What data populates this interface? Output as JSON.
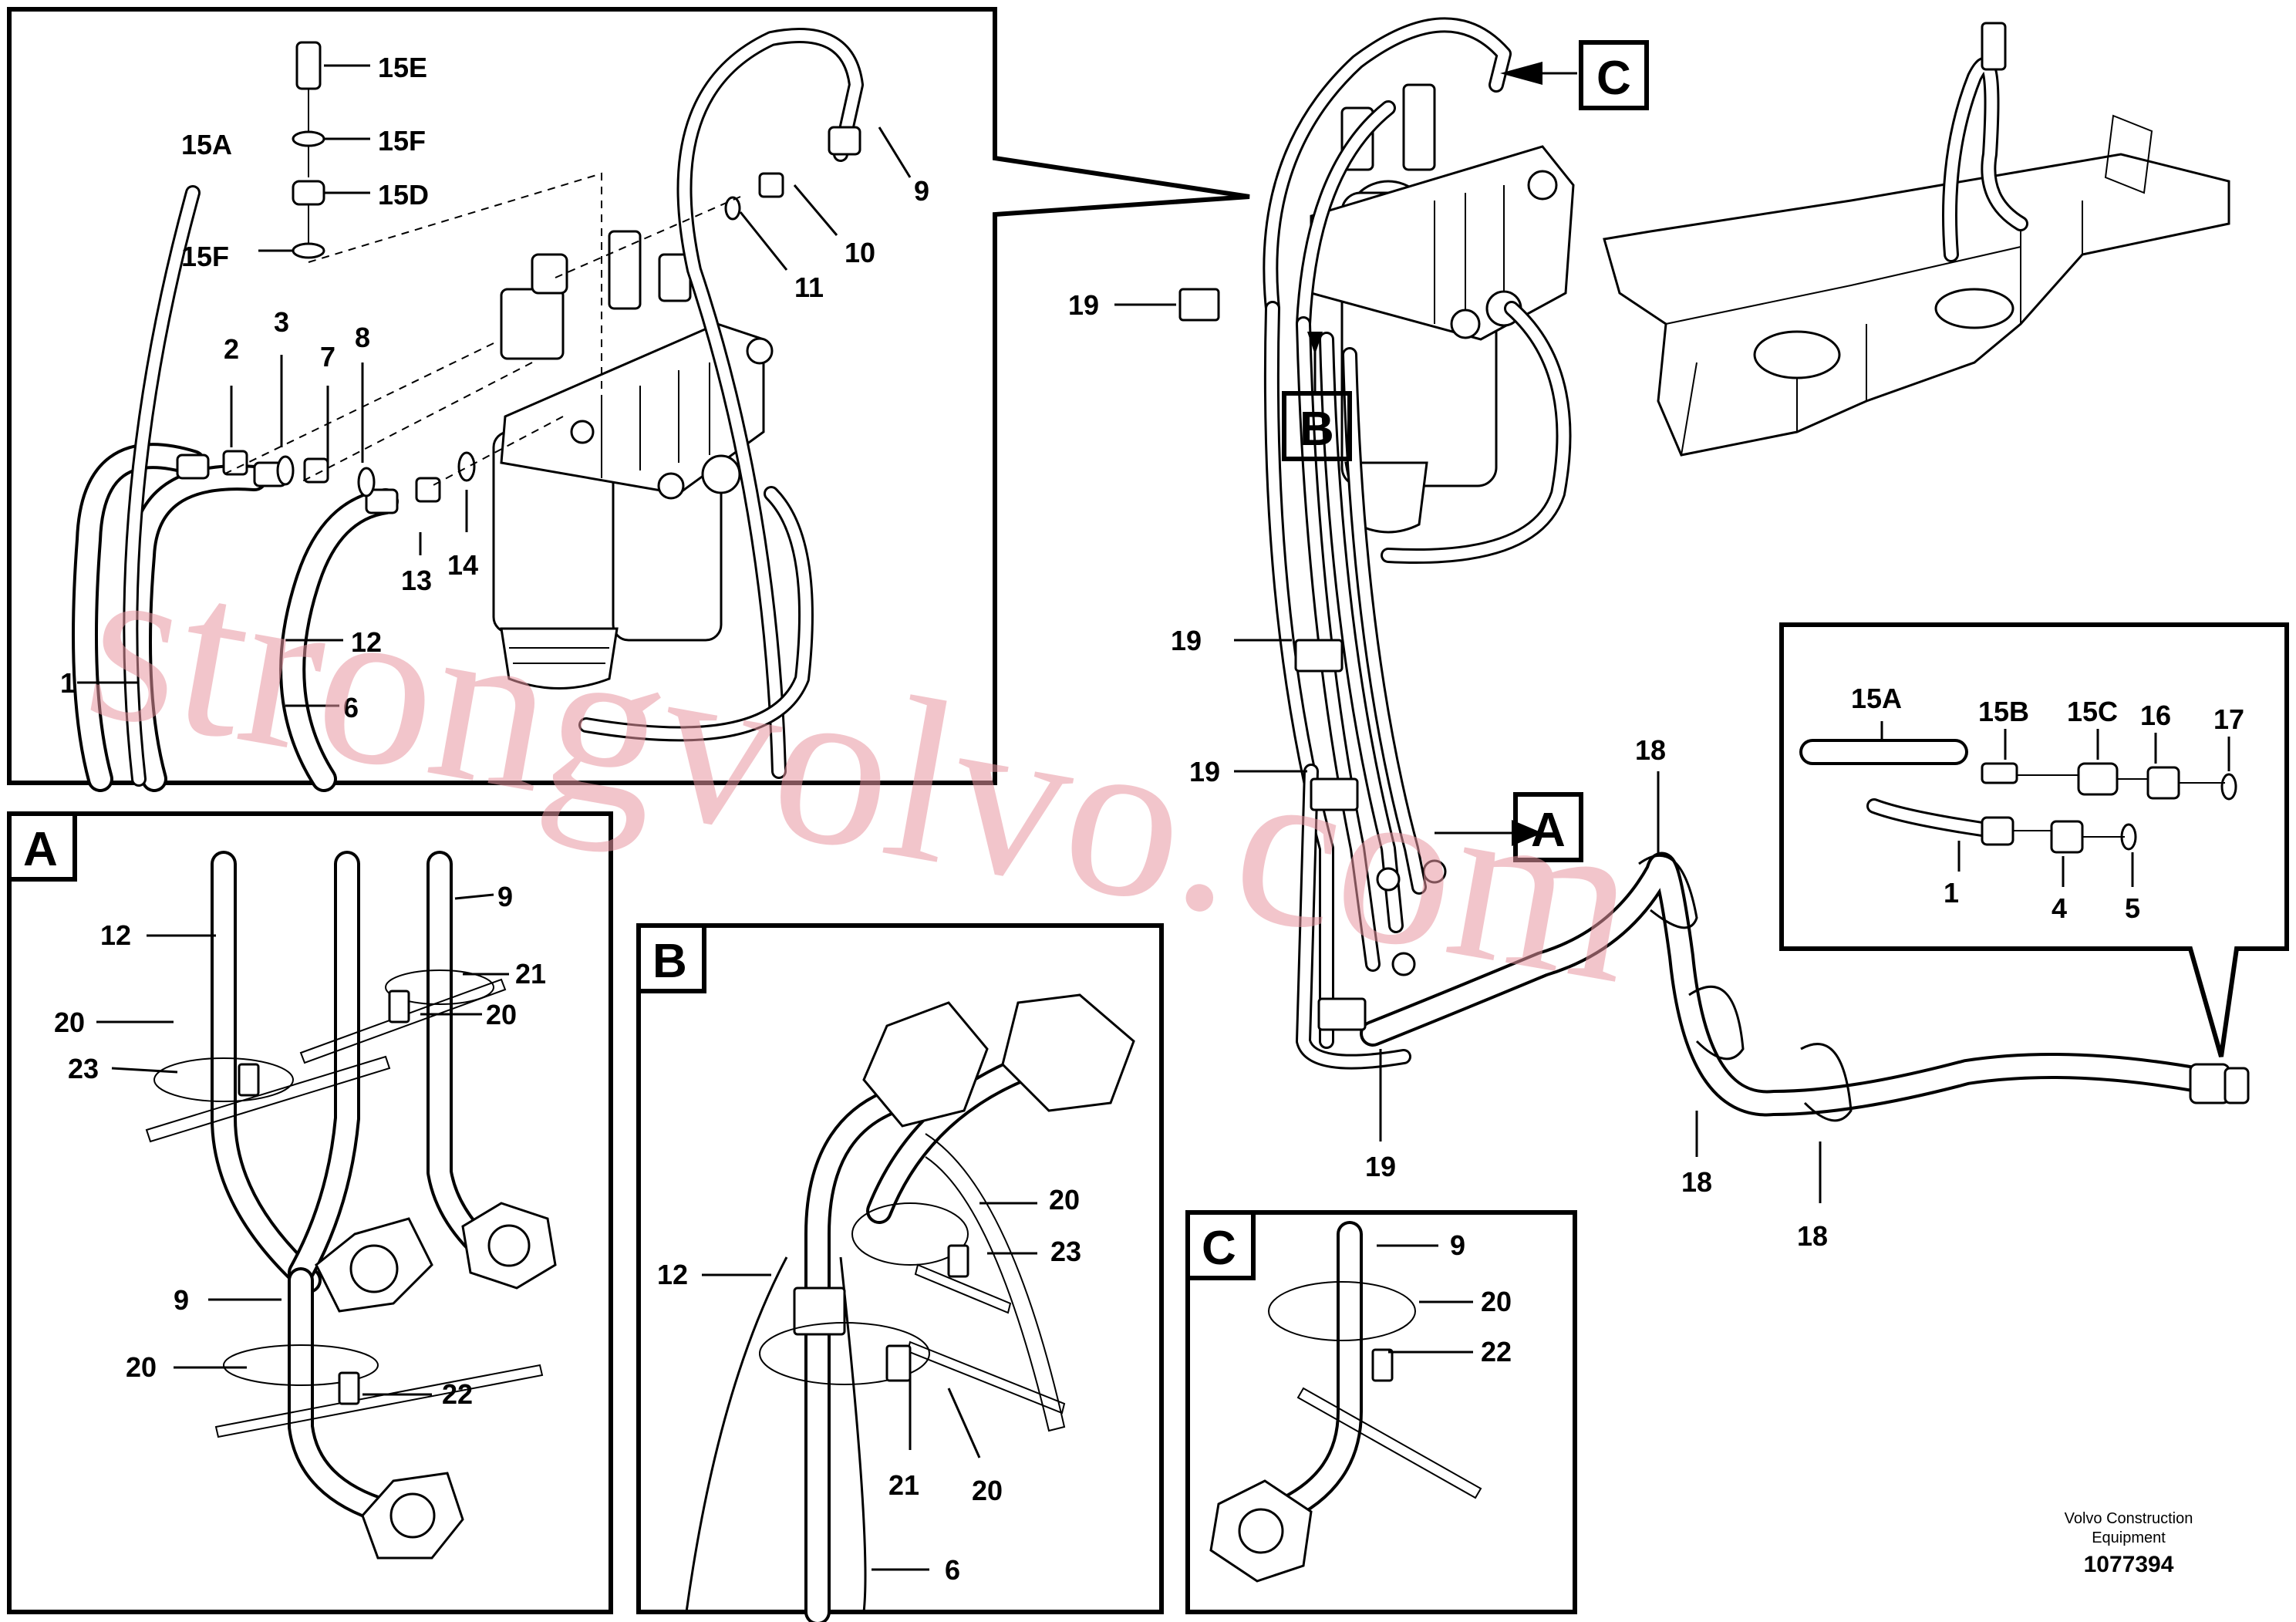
{
  "views": {
    "a": "A",
    "b": "B",
    "c": "C"
  },
  "labels": {
    "p15E": "15E",
    "p15F_top": "15F",
    "p15A_main": "15A",
    "p15D": "15D",
    "p15F_bot": "15F",
    "p9_main": "9",
    "p10": "10",
    "p11": "11",
    "p2": "2",
    "p3": "3",
    "p7": "7",
    "p8": "8",
    "p13": "13",
    "p14": "14",
    "p12_main": "12",
    "p1_main": "1",
    "p6_main": "6",
    "p19_a": "19",
    "p19_b": "19",
    "p19_c": "19",
    "p19_d": "19",
    "p18_a": "18",
    "p18_b": "18",
    "p18_c": "18",
    "p15A_r": "15A",
    "p15B": "15B",
    "p15C": "15C",
    "p16": "16",
    "p17": "17",
    "p1_r": "1",
    "p4": "4",
    "p5": "5",
    "pA12": "12",
    "pA9top": "9",
    "pA21": "21",
    "pA20a": "20",
    "pA20b": "20",
    "pA23": "23",
    "pA9": "9",
    "pA20c": "20",
    "pA22": "22",
    "pB20a": "20",
    "pB23": "23",
    "pB12": "12",
    "pB21": "21",
    "pB20b": "20",
    "pB6": "6",
    "pC9": "9",
    "pC20": "20",
    "pC22": "22"
  },
  "footer": {
    "line1": "Volvo Construction",
    "line2": "Equipment",
    "number": "1077394"
  },
  "watermark": "strongvolvo.com"
}
